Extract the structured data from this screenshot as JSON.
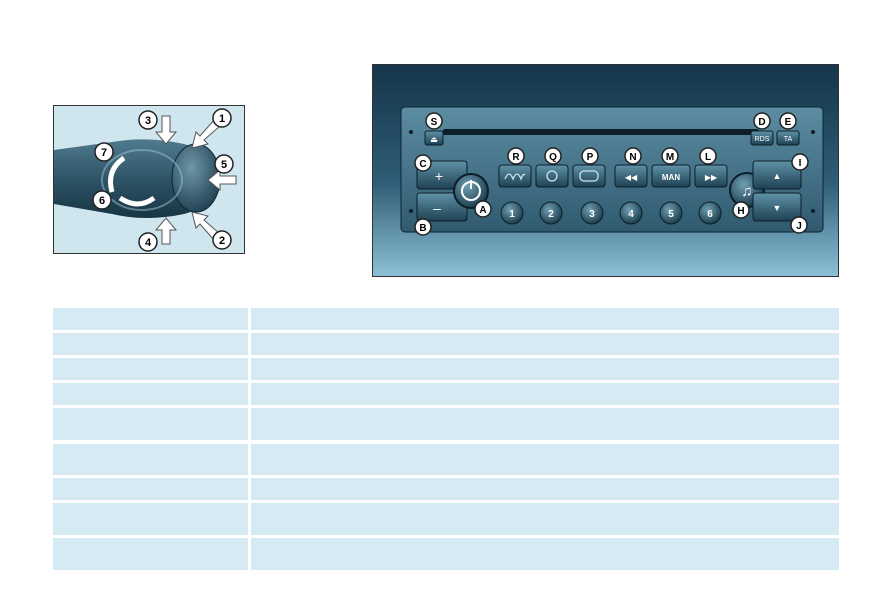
{
  "stalk_diagram": {
    "callouts": [
      "1",
      "2",
      "3",
      "4",
      "5",
      "6",
      "7"
    ]
  },
  "radio_diagram": {
    "callouts": {
      "S": "S",
      "D": "D",
      "E": "E",
      "C": "C",
      "B": "B",
      "A": "A",
      "R": "R",
      "Q": "Q",
      "P": "P",
      "N": "N",
      "M": "M",
      "L": "L",
      "I": "I",
      "J": "J",
      "H": "H"
    },
    "button_labels": {
      "rds": "RDS",
      "ta": "TA",
      "plus": "+",
      "minus": "–",
      "man": "MAN",
      "preset_1": "1",
      "preset_2": "2",
      "preset_3": "3",
      "preset_4": "4",
      "preset_5": "5",
      "preset_6": "6"
    }
  },
  "reference_table": {
    "rows": 9
  }
}
